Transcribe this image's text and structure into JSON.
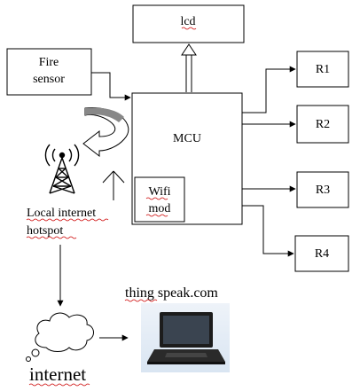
{
  "blocks": {
    "lcd": "lcd",
    "fire_sensor_line1": "Fire",
    "fire_sensor_line2": "sensor",
    "mcu": "MCU",
    "wifi_line1": "Wifi",
    "wifi_line2": "mod",
    "relays": [
      "R1",
      "R2",
      "R3",
      "R4"
    ]
  },
  "labels": {
    "hotspot_line1": "Local internet",
    "hotspot_line2": "hotspot",
    "cloud_service": "thing speak.com",
    "internet": "internet"
  },
  "colors": {
    "line": "#000000",
    "block_border": "#000000",
    "spellcheck_underline": "#cc0000",
    "laptop_bg": "#e4edf6",
    "laptop_dark": "#1c1c1c",
    "laptop_screen": "#3a4450"
  },
  "icons": [
    "hotspot-tower-icon",
    "antenna-icon",
    "cloud-icon",
    "laptop-icon",
    "curved-arrow-icon"
  ]
}
